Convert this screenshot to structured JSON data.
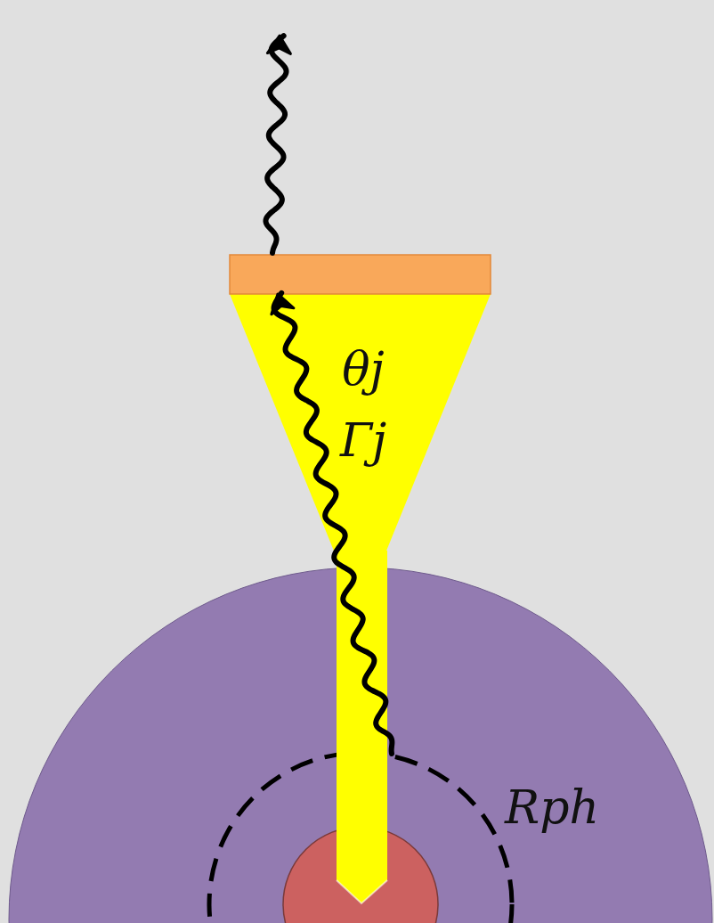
{
  "diagram": {
    "nodes": [
      {
        "text": [
          "θj",
          "Γj"
        ]
      }
    ],
    "labels": [
      "Rph"
    ]
  }
}
